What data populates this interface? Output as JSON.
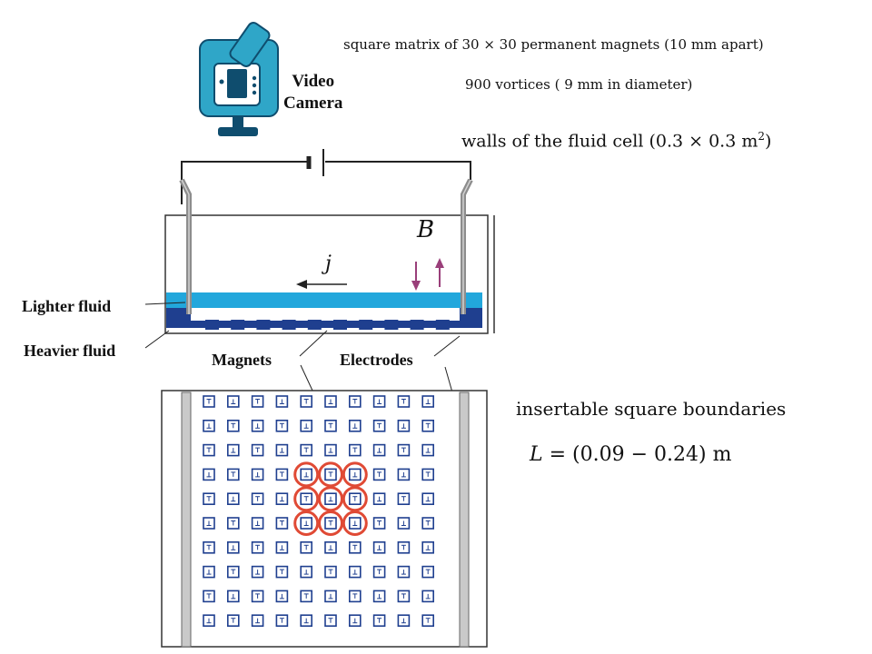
{
  "labels": {
    "matrix_note": "square matrix of 30 × 30 permanent magnets (10 mm apart)",
    "vortices_note": "900 vortices ( 9 mm in diameter)",
    "walls_prefix": "walls of the fluid cell (0.3 × 0.3 m",
    "walls_sup": "2",
    "walls_suffix": ")",
    "camera_line1": "Video",
    "camera_line2": "Camera",
    "field_symbol": "B",
    "current_symbol": "j",
    "lighter_fluid": "Lighter fluid",
    "heavier_fluid": "Heavier fluid",
    "magnets": "Magnets",
    "electrodes": "Electrodes",
    "boundaries_note": "insertable square boundaries",
    "L_symbol": "L",
    "L_value": " =  (0.09 − 0.24)  m"
  },
  "grid": {
    "rows": 10,
    "cols": 10,
    "highlighted_cells": [
      [
        3,
        4
      ],
      [
        3,
        5
      ],
      [
        3,
        6
      ],
      [
        4,
        4
      ],
      [
        4,
        5
      ],
      [
        4,
        6
      ],
      [
        5,
        4
      ],
      [
        5,
        5
      ],
      [
        5,
        6
      ]
    ]
  },
  "colors": {
    "lighter_fluid": "#22a7dc",
    "heavier_fluid": "#1f3f8f",
    "magnet": "#1f3f8f",
    "vortex_ring": "#e04a35",
    "field_arrows": "#9a3f7a",
    "camera_body": "#2fa6c8",
    "camera_dark": "#0f4d6e",
    "electrode": "#8d8d8d"
  },
  "icons": {
    "camera": "video-camera-icon",
    "battery": "battery-icon"
  }
}
